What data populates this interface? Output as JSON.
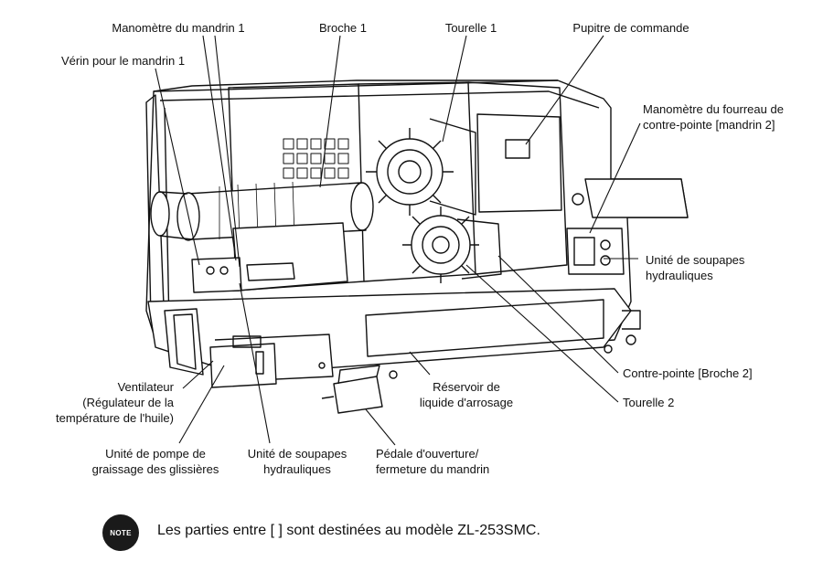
{
  "labels": {
    "manometre_mandrin1": "Manomètre du mandrin 1",
    "broche1": "Broche 1",
    "tourelle1": "Tourelle 1",
    "pupitre": "Pupitre de commande",
    "verin": "Vérin pour le mandrin 1",
    "manometre_fourreau": "Manomètre du fourreau de\ncontre-pointe [mandrin 2]",
    "unite_soupapes_droite": "Unité de soupapes\nhydrauliques",
    "ventilateur": "Ventilateur\n(Régulateur de la\ntempérature de l'huile)",
    "reservoir": "Réservoir de\nliquide d'arrosage",
    "contre_pointe": "Contre-pointe [Broche 2]",
    "tourelle2": "Tourelle 2",
    "pompe_graissage": "Unité de pompe de\ngraissage des glissières",
    "unite_soupapes_bas": "Unité de soupapes\nhydrauliques",
    "pedale": "Pédale d'ouverture/\nfermeture du mandrin"
  },
  "note": {
    "icon_text": "NOTE",
    "text": "Les parties entre [   ] sont destinées au modèle ZL-253SMC."
  }
}
